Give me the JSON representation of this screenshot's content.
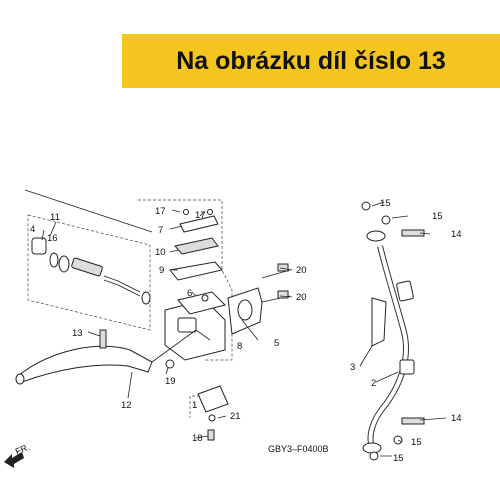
{
  "banner": {
    "text": "Na obrázku díl číslo 13",
    "color": "#f4c51e"
  },
  "diagram_code": "GBY3–F0400B",
  "direction_marker": "FR.",
  "part_labels": [
    "1",
    "2",
    "3",
    "4",
    "5",
    "6",
    "7",
    "8",
    "9",
    "10",
    "11",
    "12",
    "13",
    "14",
    "14",
    "15",
    "15",
    "15",
    "15",
    "16",
    "17",
    "17",
    "18",
    "19",
    "20",
    "20",
    "21"
  ]
}
